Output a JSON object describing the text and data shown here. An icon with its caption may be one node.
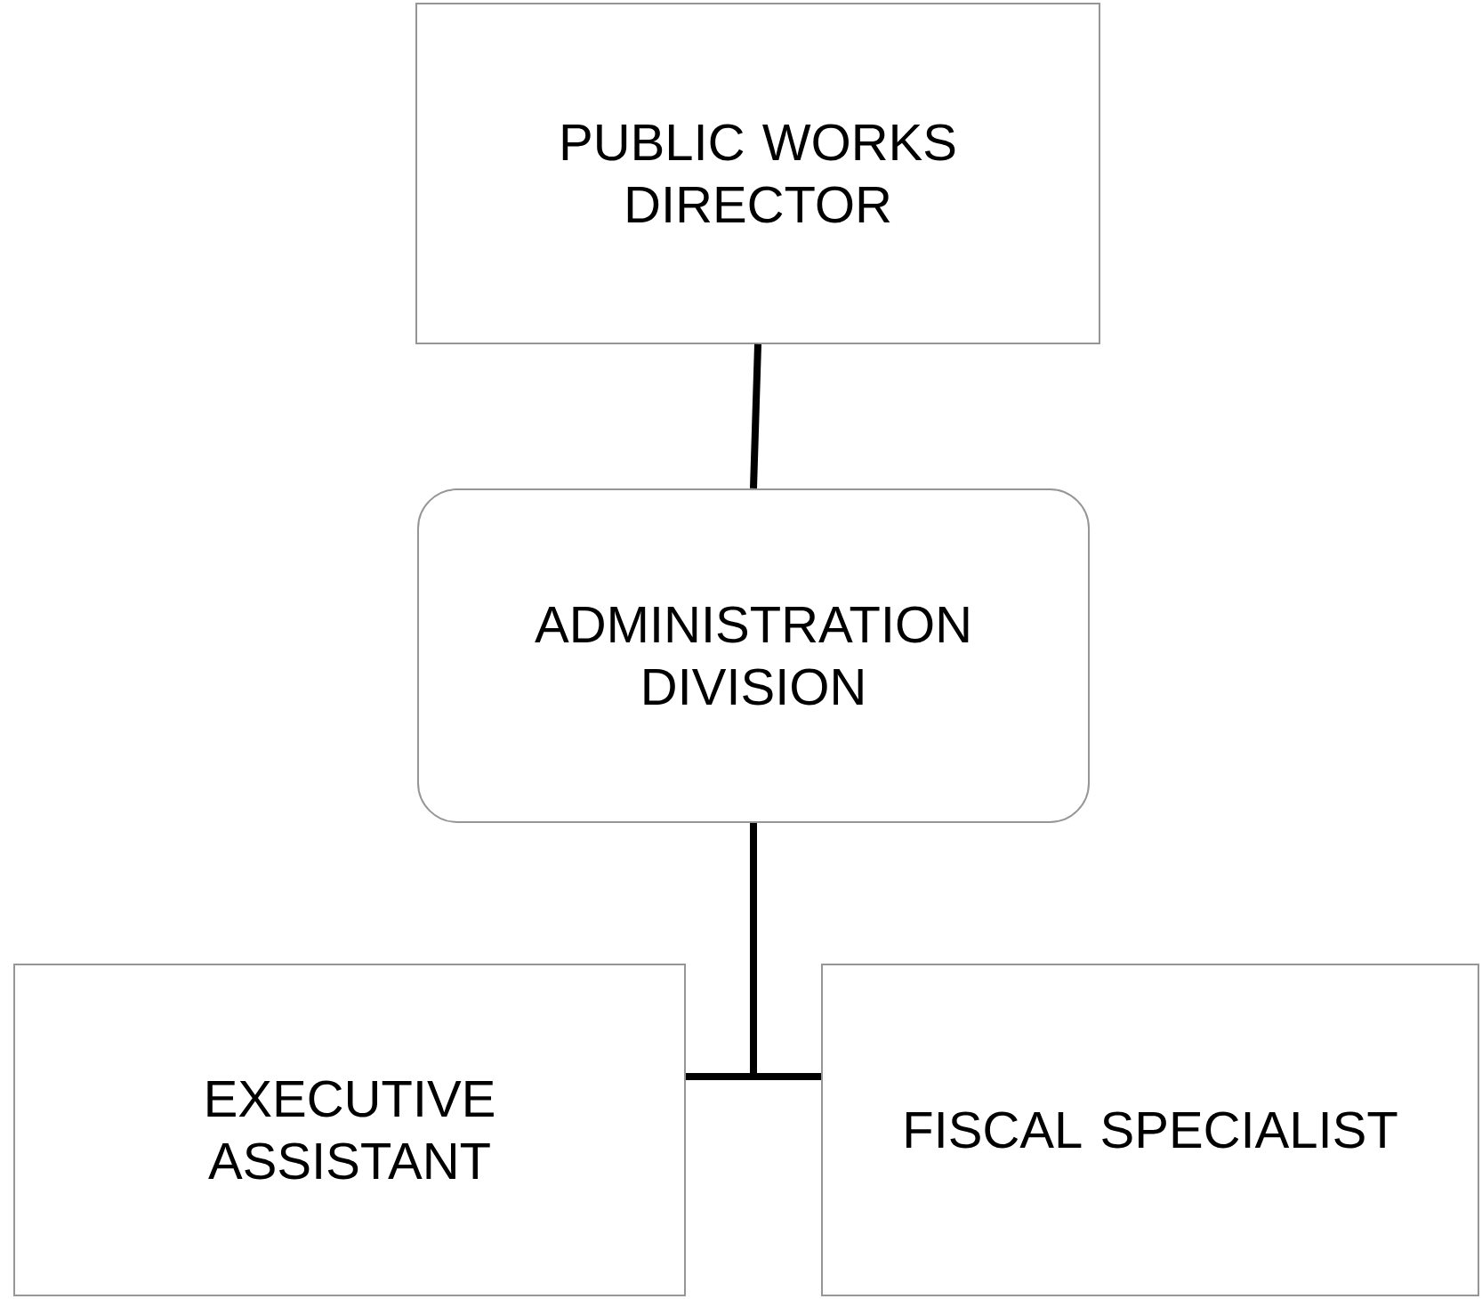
{
  "diagram": {
    "nodes": [
      {
        "text": [
          "PUBLIC WORKS DIRECTOR"
        ]
      },
      {
        "text": [
          "ADMINISTRATION DIVISION"
        ]
      },
      {
        "text": [
          "EXECUTIVE ASSISTANT"
        ]
      },
      {
        "text": [
          "FISCAL SPECIALIST"
        ]
      }
    ],
    "edges": [
      {
        "from": 0,
        "to": 1,
        "arrow": "none"
      },
      {
        "from": 1,
        "to": 2,
        "arrow": "none"
      },
      {
        "from": 1,
        "to": 3,
        "arrow": "none"
      }
    ]
  }
}
